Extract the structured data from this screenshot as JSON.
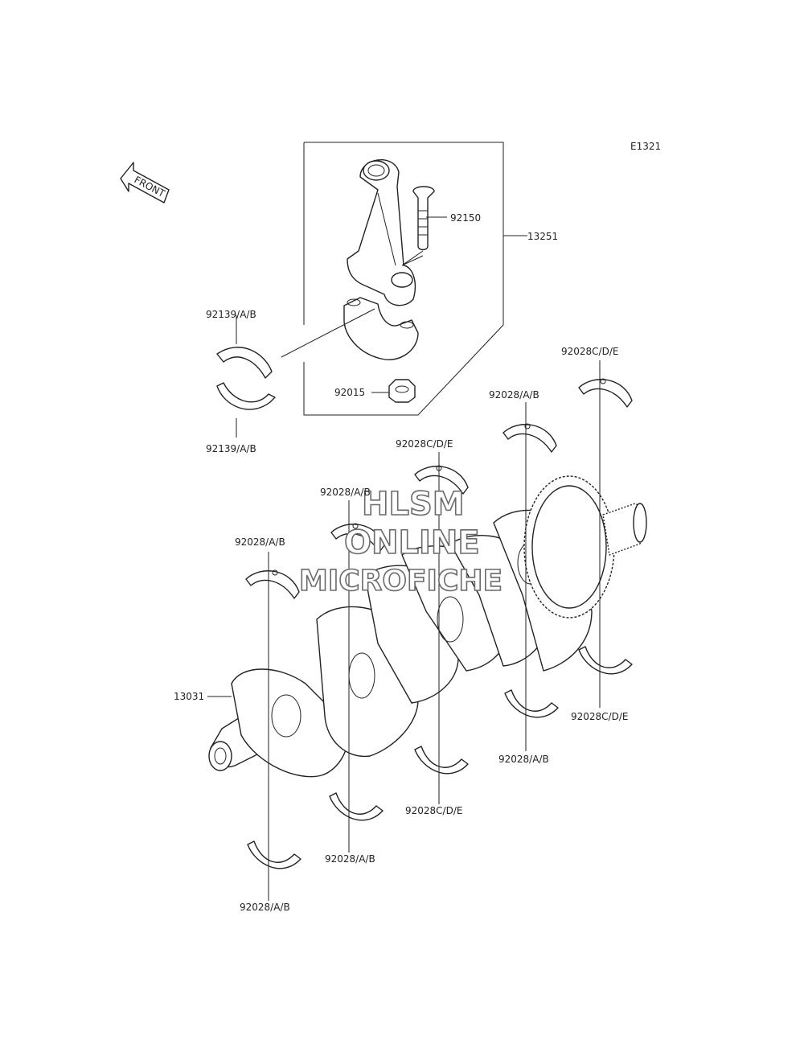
{
  "diagram_code": "E1321",
  "front_label": "FRONT",
  "watermark": [
    "HLSM",
    "ONLINE",
    "MICROFICHE"
  ],
  "labels": {
    "p13251": "13251",
    "p92150": "92150",
    "p92015": "92015",
    "p13031": "13031",
    "p92139_top": "92139/A/B",
    "p92139_bottom": "92139/A/B",
    "p92028cde_1": "92028C/D/E",
    "p92028ab_1": "92028/A/B",
    "p92028cde_2": "92028C/D/E",
    "p92028ab_2": "92028/A/B",
    "p92028ab_3": "92028/A/B",
    "p92028cde_3": "92028C/D/E",
    "p92028ab_4": "92028/A/B",
    "p92028cde_4": "92028C/D/E",
    "p92028ab_5": "92028/A/B",
    "p92028ab_6": "92028/A/B"
  }
}
